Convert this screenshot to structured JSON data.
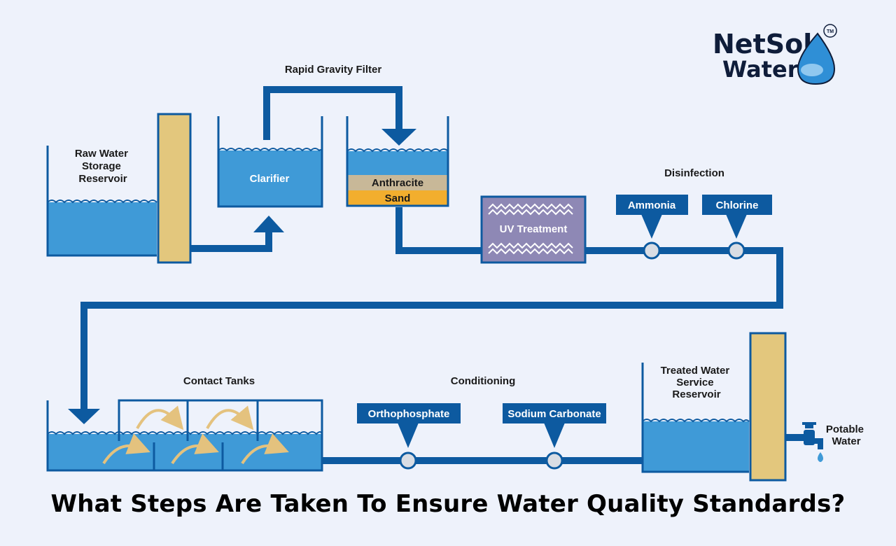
{
  "logo": {
    "brand_line1": "NetSol",
    "brand_line2": "Water",
    "trademark": "TM"
  },
  "labels": {
    "raw_water_reservoir": [
      "Raw Water",
      "Storage",
      "Reservoir"
    ],
    "clarifier": "Clarifier",
    "rapid_gravity_filter": "Rapid Gravity Filter",
    "anthracite": "Anthracite",
    "sand": "Sand",
    "uv_treatment": "UV Treatment",
    "disinfection": "Disinfection",
    "ammonia": "Ammonia",
    "chlorine": "Chlorine",
    "contact_tanks": "Contact Tanks",
    "conditioning": "Conditioning",
    "orthophosphate": "Orthophosphate",
    "sodium_carbonate": "Sodium Carbonate",
    "treated_water_reservoir": [
      "Treated Water",
      "Service",
      "Reservoir"
    ],
    "potable_water": [
      "Potable",
      "Water"
    ]
  },
  "title": "What Steps Are Taken To Ensure Water Quality Standards?",
  "colors": {
    "background": "#eef2fb",
    "pipe": "#0d5aa0",
    "water": "#3f9ad7",
    "filter_wall": "#e3c77d",
    "anthracite": "#c8b898",
    "sand": "#f2ae2e",
    "uv_box": "#8e88b5",
    "arrow_curve": "#e4c27e"
  }
}
